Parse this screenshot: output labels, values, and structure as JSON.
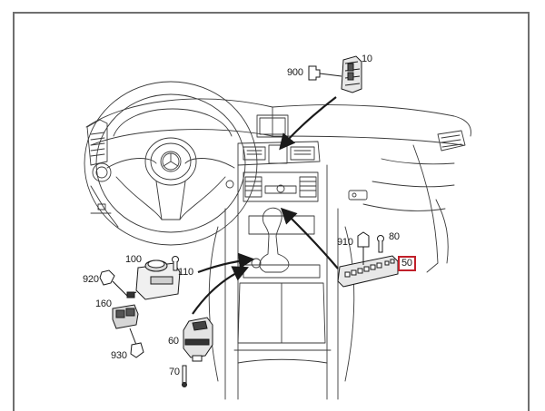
{
  "diagram": {
    "type": "parts-exploded-view",
    "subject": "vehicle interior dashboard and center console with switch components",
    "highlight_color": "#c0202a",
    "line_color": "#1a1a1a",
    "frame_color": "#6f6f6f",
    "callouts": [
      {
        "id": "10",
        "label": "10",
        "highlighted": false
      },
      {
        "id": "900",
        "label": "900",
        "highlighted": false
      },
      {
        "id": "910",
        "label": "910",
        "highlighted": false
      },
      {
        "id": "80",
        "label": "80",
        "highlighted": false
      },
      {
        "id": "50",
        "label": "50",
        "highlighted": true
      },
      {
        "id": "100",
        "label": "100",
        "highlighted": false
      },
      {
        "id": "110",
        "label": "110",
        "highlighted": false
      },
      {
        "id": "920",
        "label": "920",
        "highlighted": false
      },
      {
        "id": "160",
        "label": "160",
        "highlighted": false
      },
      {
        "id": "930",
        "label": "930",
        "highlighted": false
      },
      {
        "id": "60",
        "label": "60",
        "highlighted": false
      },
      {
        "id": "70",
        "label": "70",
        "highlighted": false
      }
    ]
  }
}
